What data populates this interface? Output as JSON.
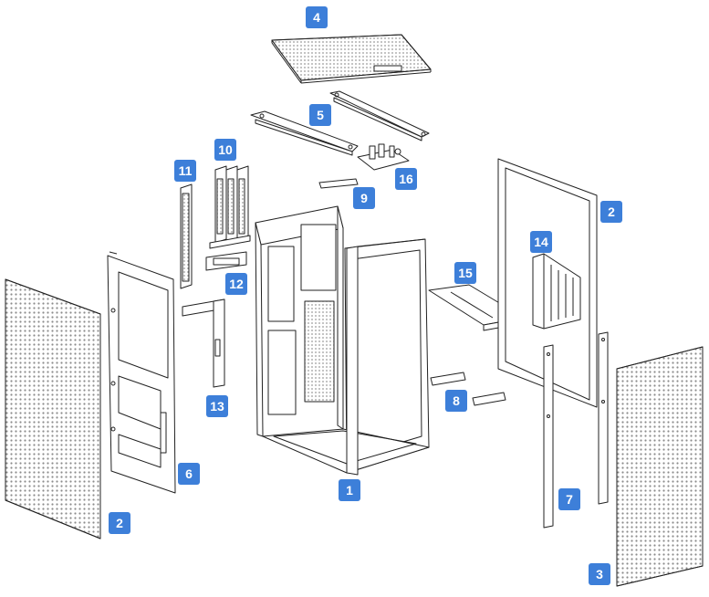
{
  "diagram": {
    "badge_color": "#3d7fd9",
    "line_color": "#222222",
    "mesh_color": "#9a9a9a",
    "callouts": [
      {
        "id": "b4",
        "label": "4"
      },
      {
        "id": "b5",
        "label": "5"
      },
      {
        "id": "b10",
        "label": "10"
      },
      {
        "id": "b11",
        "label": "11"
      },
      {
        "id": "b9",
        "label": "9"
      },
      {
        "id": "b16",
        "label": "16"
      },
      {
        "id": "b2r",
        "label": "2"
      },
      {
        "id": "b14",
        "label": "14"
      },
      {
        "id": "b15",
        "label": "15"
      },
      {
        "id": "b12",
        "label": "12"
      },
      {
        "id": "b13",
        "label": "13"
      },
      {
        "id": "b8",
        "label": "8"
      },
      {
        "id": "b6",
        "label": "6"
      },
      {
        "id": "b1",
        "label": "1"
      },
      {
        "id": "b7",
        "label": "7"
      },
      {
        "id": "b2l",
        "label": "2"
      },
      {
        "id": "b3",
        "label": "3"
      }
    ]
  }
}
